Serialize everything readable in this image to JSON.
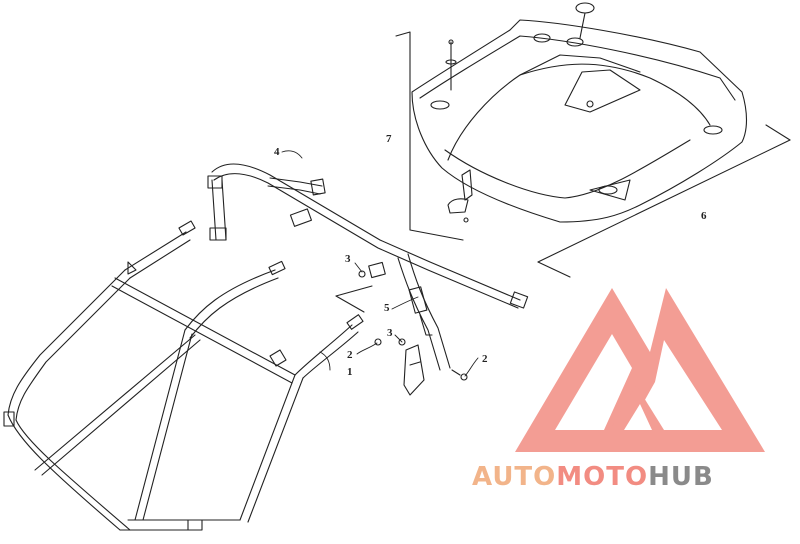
{
  "callouts": [
    {
      "id": "1",
      "label": "1"
    },
    {
      "id": "2a",
      "label": "2"
    },
    {
      "id": "2b",
      "label": "2"
    },
    {
      "id": "3a",
      "label": "3"
    },
    {
      "id": "3b",
      "label": "3"
    },
    {
      "id": "4",
      "label": "4"
    },
    {
      "id": "5",
      "label": "5"
    },
    {
      "id": "6",
      "label": "6"
    },
    {
      "id": "7",
      "label": "7"
    }
  ],
  "watermark": {
    "part1": "AUTO",
    "part2": "MOTO",
    "part3": "HUB",
    "colors": {
      "auto": "#f2b48a",
      "moto": "#f28c82",
      "hub": "#8a8a8a",
      "logo": "#f28c82"
    }
  }
}
